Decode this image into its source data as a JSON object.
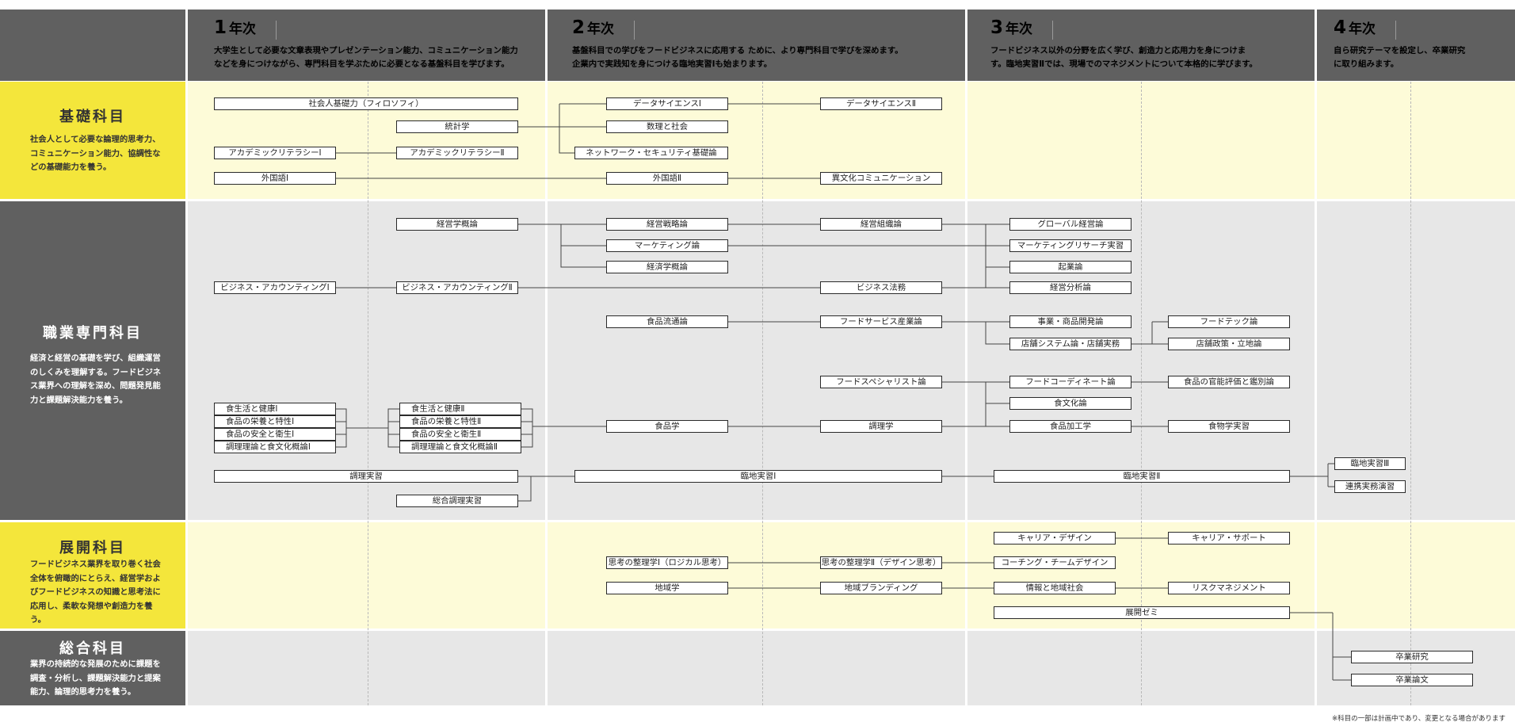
{
  "colors": {
    "header_gray": "#606060",
    "yellow": "#f4e63b",
    "light_yellow": "#fdfbd8",
    "light_gray": "#e7e7e7"
  },
  "years": [
    {
      "num": "1",
      "label": "年次",
      "desc1": "大学生として必要な文章表現やプレゼンテーション能力、コミュニケーション能力",
      "desc2": "などを身につけながら、専門科目を学ぶために必要となる基盤科目を学びます。"
    },
    {
      "num": "2",
      "label": "年次",
      "desc1": "基盤科目での学びをフードビジネスに応用する ために、より専門科目で学びを深めます。",
      "desc2": "企業内で実践知を身につける臨地実習Ⅰも始まります。"
    },
    {
      "num": "3",
      "label": "年次",
      "desc1": "フードビジネス以外の分野を広く学び、創造力と応用力を身につけま",
      "desc2": "す。臨地実習Ⅱでは、現場でのマネジメントについて本格的に学びます。"
    },
    {
      "num": "4",
      "label": "年次",
      "desc1": "自ら研究テーマを設定し、卒業研究",
      "desc2": "に取り組みます。"
    }
  ],
  "categories": [
    {
      "title": "基礎科目",
      "desc": "社会人として必要な論理的思考力、コミュニケーション能力、協調性などの基礎能力を養う。"
    },
    {
      "title": "職業専門科目",
      "desc": "経済と経営の基礎を学び、組織運営のしくみを理解する。フードビジネス業界への理解を深め、問題発見能力と課題解決能力を養う。"
    },
    {
      "title": "展開科目",
      "desc": "フードビジネス業界を取り巻く社会全体を俯瞰的にとらえ、経営学およびフードビジネスの知識と思考法に応用し、柔軟な発想や創造力を養う。"
    },
    {
      "title": "総合科目",
      "desc": "業界の持続的な発展のために課題を調査・分析し、課題解決能力と提案能力、論理的思考力を養う。"
    }
  ],
  "courses": [
    {
      "id": "c_phil",
      "label": "社会人基礎力（フィロソフィ）",
      "year": 1
    },
    {
      "id": "c_stat",
      "label": "統計学",
      "year": 1
    },
    {
      "id": "c_acad1",
      "label": "アカデミックリテラシーⅠ",
      "year": 1
    },
    {
      "id": "c_acad2",
      "label": "アカデミックリテラシーⅡ",
      "year": 1
    },
    {
      "id": "c_lang1",
      "label": "外国語Ⅰ",
      "year": 1
    },
    {
      "id": "c_ds1",
      "label": "データサイエンスⅠ",
      "year": 2
    },
    {
      "id": "c_math",
      "label": "数理と社会",
      "year": 2
    },
    {
      "id": "c_net",
      "label": "ネットワーク・セキュリティ基礎論",
      "year": 2
    },
    {
      "id": "c_lang2",
      "label": "外国語Ⅱ",
      "year": 2
    },
    {
      "id": "c_ds2",
      "label": "データサイエンスⅡ",
      "year": 2
    },
    {
      "id": "c_intercult",
      "label": "異文化コミュニケーション",
      "year": 2
    },
    {
      "id": "c_mgmtintro",
      "label": "経営学概論",
      "year": 1
    },
    {
      "id": "c_ba1",
      "label": "ビジネス・アカウンティングⅠ",
      "year": 1
    },
    {
      "id": "c_ba2",
      "label": "ビジネス・アカウンティングⅡ",
      "year": 1
    },
    {
      "id": "c_strategy",
      "label": "経営戦略論",
      "year": 2
    },
    {
      "id": "c_marketing",
      "label": "マーケティング論",
      "year": 2
    },
    {
      "id": "c_econ",
      "label": "経済学概論",
      "year": 2
    },
    {
      "id": "c_org",
      "label": "経営組織論",
      "year": 2
    },
    {
      "id": "c_law",
      "label": "ビジネス法務",
      "year": 2
    },
    {
      "id": "c_global",
      "label": "グローバル経営論",
      "year": 3
    },
    {
      "id": "c_mresearch",
      "label": "マーケティングリサーチ実習",
      "year": 3
    },
    {
      "id": "c_entre",
      "label": "起業論",
      "year": 3
    },
    {
      "id": "c_analysis",
      "label": "経営分析論",
      "year": 3
    },
    {
      "id": "c_distrib",
      "label": "食品流通論",
      "year": 2
    },
    {
      "id": "c_foodservice",
      "label": "フードサービス産業論",
      "year": 2
    },
    {
      "id": "c_product",
      "label": "事業・商品開発論",
      "year": 3
    },
    {
      "id": "c_storesys",
      "label": "店舗システム論・店舗実務",
      "year": 3
    },
    {
      "id": "c_foodtech",
      "label": "フードテック論",
      "year": 3
    },
    {
      "id": "c_storepolicy",
      "label": "店舗政策・立地論",
      "year": 3
    },
    {
      "id": "c_specialist",
      "label": "フードスペシャリスト論",
      "year": 2
    },
    {
      "id": "c_coordinate",
      "label": "フードコーディネート論",
      "year": 3
    },
    {
      "id": "c_sensory",
      "label": "食品の官能評価と鑑別論",
      "year": 3
    },
    {
      "id": "c_culture",
      "label": "食文化論",
      "year": 3
    },
    {
      "id": "c_h1",
      "label": "食生活と健康Ⅰ",
      "year": 1
    },
    {
      "id": "c_n1",
      "label": "食品の栄養と特性Ⅰ",
      "year": 1
    },
    {
      "id": "c_s1",
      "label": "食品の安全と衛生Ⅰ",
      "year": 1
    },
    {
      "id": "c_t1",
      "label": "調理理論と食文化概論Ⅰ",
      "year": 1
    },
    {
      "id": "c_h2",
      "label": "食生活と健康Ⅱ",
      "year": 1
    },
    {
      "id": "c_n2",
      "label": "食品の栄養と特性Ⅱ",
      "year": 1
    },
    {
      "id": "c_s2",
      "label": "食品の安全と衛生Ⅱ",
      "year": 1
    },
    {
      "id": "c_t2",
      "label": "調理理論と食文化概論Ⅱ",
      "year": 1
    },
    {
      "id": "c_foodsci",
      "label": "食品学",
      "year": 2
    },
    {
      "id": "c_cooksci",
      "label": "調理学",
      "year": 2
    },
    {
      "id": "c_processing",
      "label": "食品加工学",
      "year": 3
    },
    {
      "id": "c_foodlab",
      "label": "食物学実習",
      "year": 3
    },
    {
      "id": "c_cookprac",
      "label": "調理実習",
      "year": 1
    },
    {
      "id": "c_cookprac2",
      "label": "総合調理実習",
      "year": 1
    },
    {
      "id": "c_intern1",
      "label": "臨地実習Ⅰ",
      "year": 2
    },
    {
      "id": "c_intern2",
      "label": "臨地実習Ⅱ",
      "year": 3
    },
    {
      "id": "c_intern3",
      "label": "臨地実習Ⅲ",
      "year": 4
    },
    {
      "id": "c_coop",
      "label": "連携実務演習",
      "year": 4
    },
    {
      "id": "c_career",
      "label": "キャリア・デザイン",
      "year": 3
    },
    {
      "id": "c_careersup",
      "label": "キャリア・サポート",
      "year": 3
    },
    {
      "id": "c_think1",
      "label": "思考の整理学Ⅰ（ロジカル思考）",
      "year": 2
    },
    {
      "id": "c_think2",
      "label": "思考の整理学Ⅱ（デザイン思考）",
      "year": 2
    },
    {
      "id": "c_coaching",
      "label": "コーチング・チームデザイン",
      "year": 3
    },
    {
      "id": "c_regional",
      "label": "地域学",
      "year": 2
    },
    {
      "id": "c_branding",
      "label": "地域ブランディング",
      "year": 2
    },
    {
      "id": "c_info",
      "label": "情報と地域社会",
      "year": 3
    },
    {
      "id": "c_risk",
      "label": "リスクマネジメント",
      "year": 3
    },
    {
      "id": "c_seminar",
      "label": "展開ゼミ",
      "year": 3
    },
    {
      "id": "c_thesis_res",
      "label": "卒業研究",
      "year": 4
    },
    {
      "id": "c_thesis",
      "label": "卒業論文",
      "year": 4
    }
  ],
  "note": "※科目の一部は計画中であり、変更となる場合があります"
}
